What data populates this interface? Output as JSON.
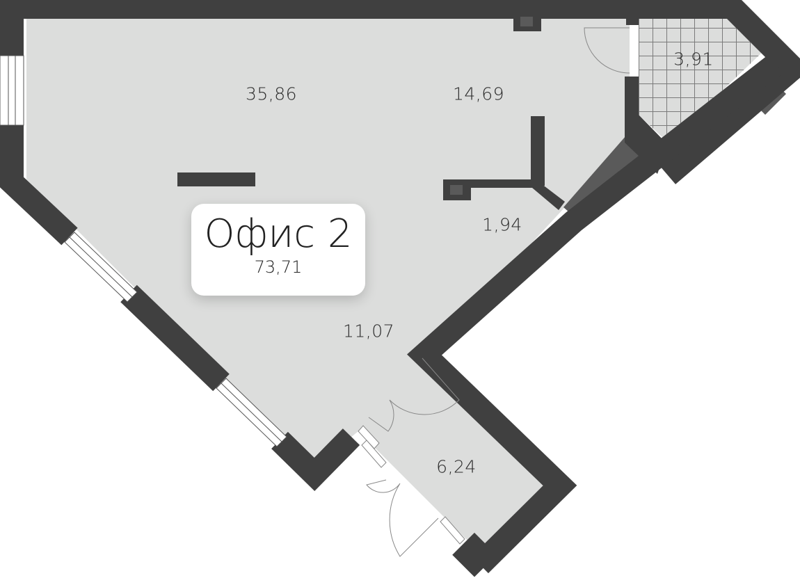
{
  "office": {
    "title": "Офис 2",
    "total_area": "73,71"
  },
  "rooms": [
    {
      "name": "main-hall",
      "area": "35,86"
    },
    {
      "name": "room-upper-right",
      "area": "14,69"
    },
    {
      "name": "bathroom",
      "area": "3,91"
    },
    {
      "name": "corridor",
      "area": "1,94"
    },
    {
      "name": "central-area",
      "area": "11,07"
    },
    {
      "name": "entrance-vestibule",
      "area": "6,24"
    }
  ],
  "colors": {
    "wall": "#404040",
    "floor": "#dcdddc",
    "balcony": "#5a5a5a",
    "tile_grid": "#7a7a7a"
  }
}
